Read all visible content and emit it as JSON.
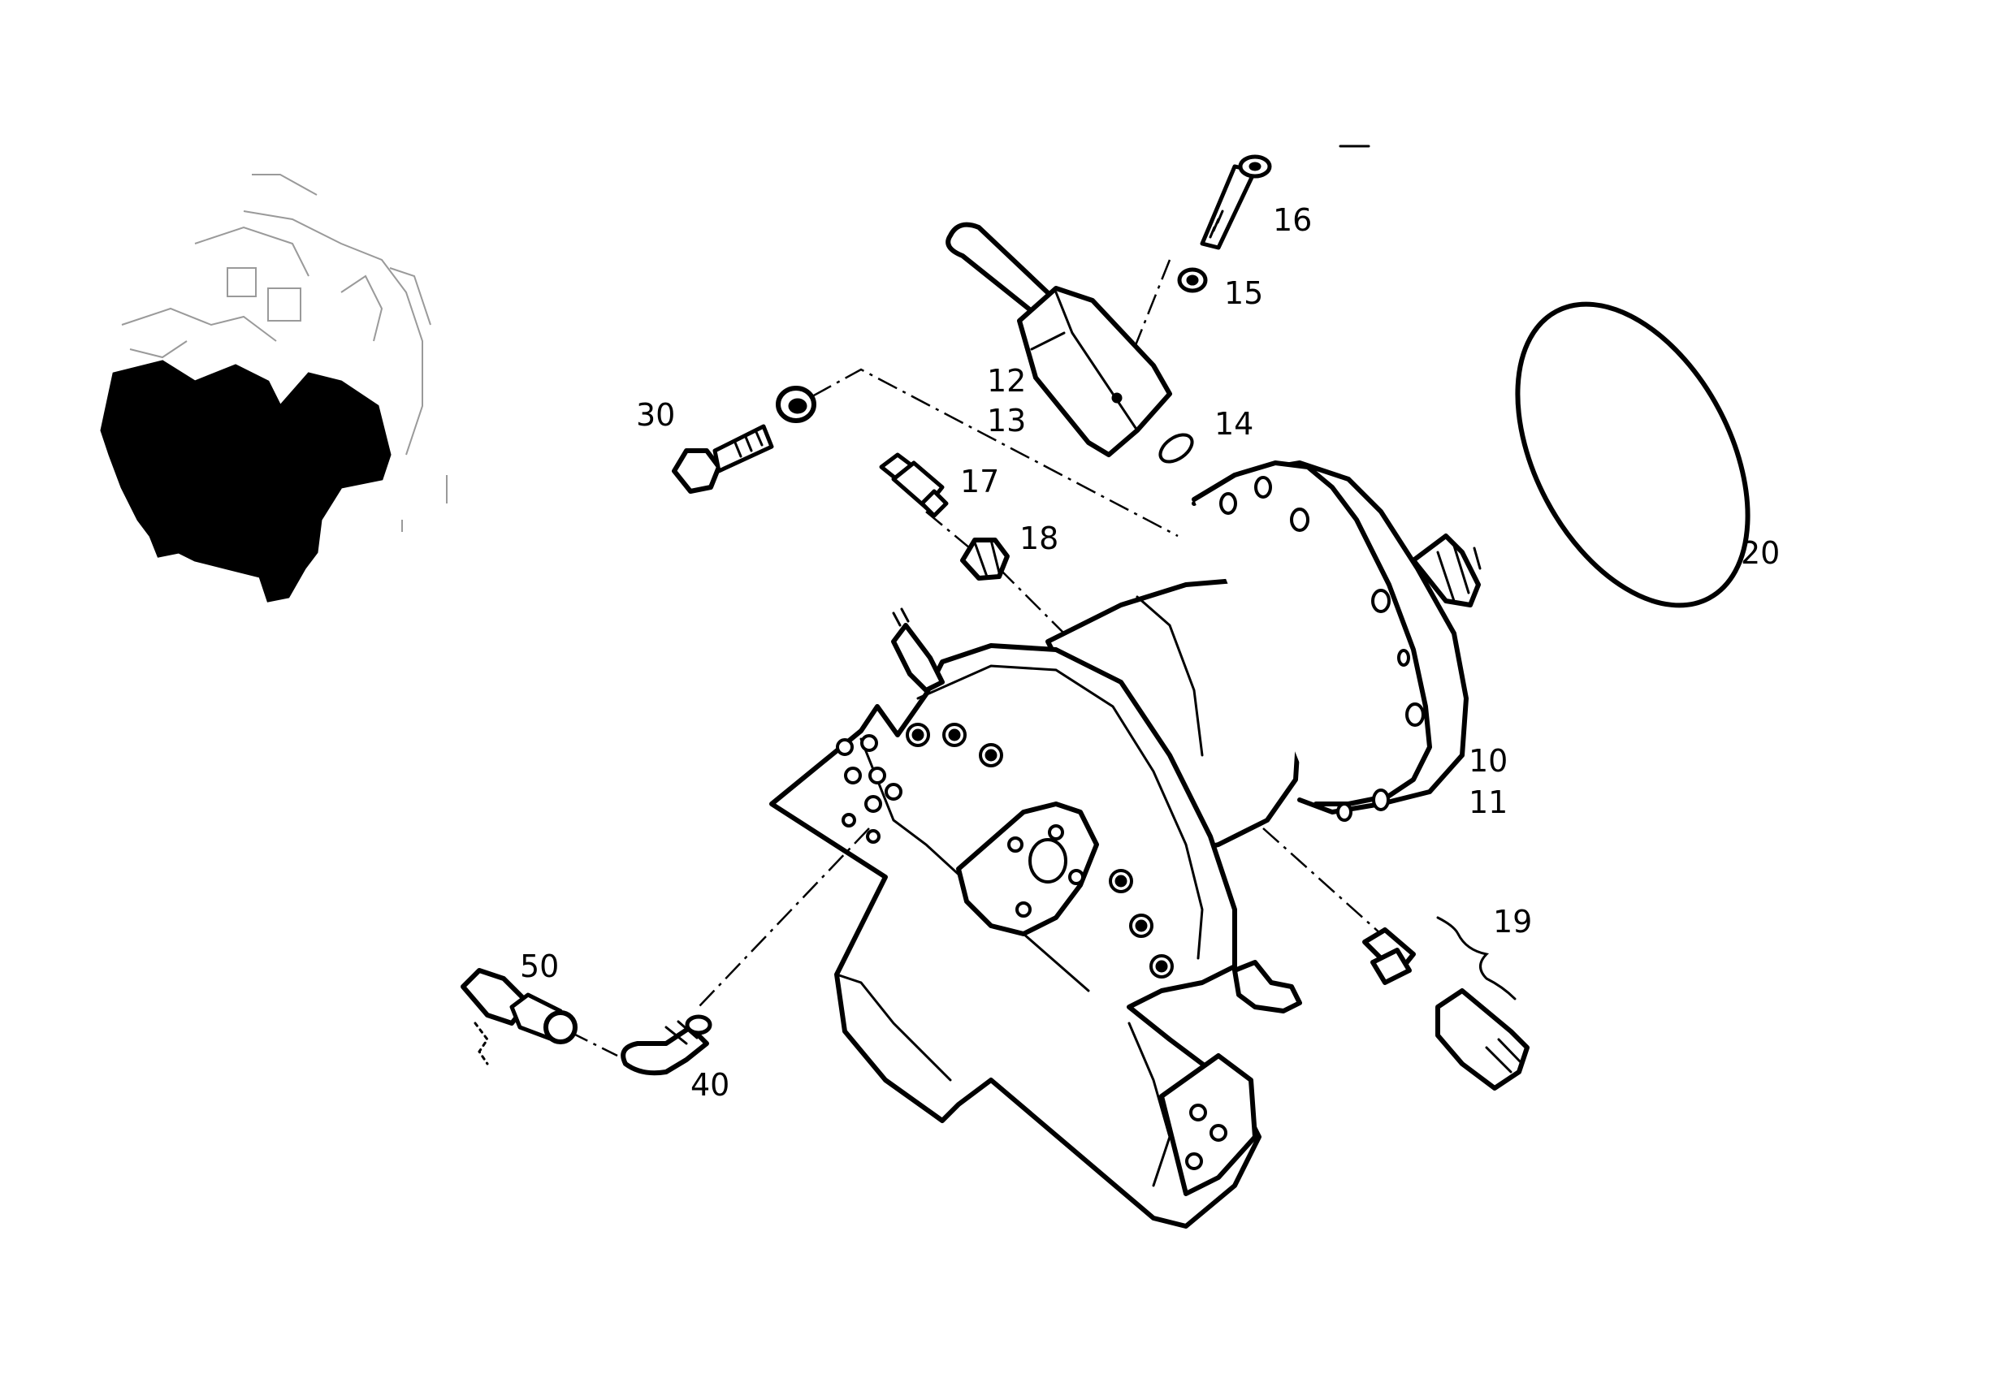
{
  "callouts": {
    "c10": "10",
    "c11": "11",
    "c12": "12",
    "c13": "13",
    "c14": "14",
    "c15": "15",
    "c16": "16",
    "c17": "17",
    "c18": "18",
    "c19": "19",
    "c20": "20",
    "c30": "30",
    "c40": "40",
    "c50": "50"
  },
  "colors": {
    "line": "#000000",
    "background": "#ffffff",
    "thumbnail_ghost": "#9a9a9a"
  },
  "icons": {
    "thumbnail": "assembly-locator-thumbnail"
  }
}
